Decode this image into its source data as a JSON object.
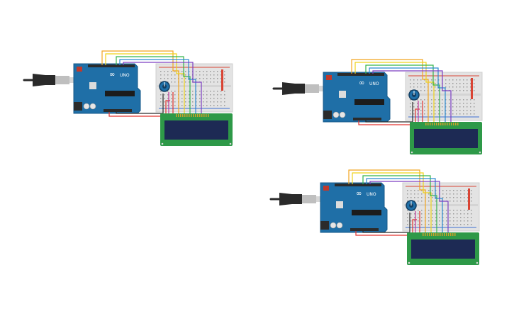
{
  "canvas": {
    "background": "#ffffff"
  },
  "board": {
    "brand": "UNO",
    "infinity_mark": "∞",
    "colors": {
      "pcb": "#1f6fa7",
      "pcb_edge": "#175a8a",
      "header": "#2b2b2b",
      "chip": "#1c1c1c",
      "reset": "#c0392b"
    }
  },
  "wire_colors": [
    "#f2a51f",
    "#f0d31a",
    "#35b34a",
    "#2b8ad1",
    "#7c3fc2",
    "#e2332d",
    "#2b2b2b"
  ],
  "lcd": {
    "bezel": "#2e9948",
    "screen": "#1d2a54",
    "pins": "#c9a12b"
  },
  "breadboard": {
    "body": "#e3e3e3",
    "rail_red": "#d94434",
    "rail_blue": "#3d6fd1"
  },
  "cable": {
    "plug": "#2a2a2a",
    "connector": "#bfbfbf"
  },
  "circuits": [
    {
      "id": "circuit-1"
    },
    {
      "id": "circuit-2"
    },
    {
      "id": "circuit-3"
    }
  ]
}
